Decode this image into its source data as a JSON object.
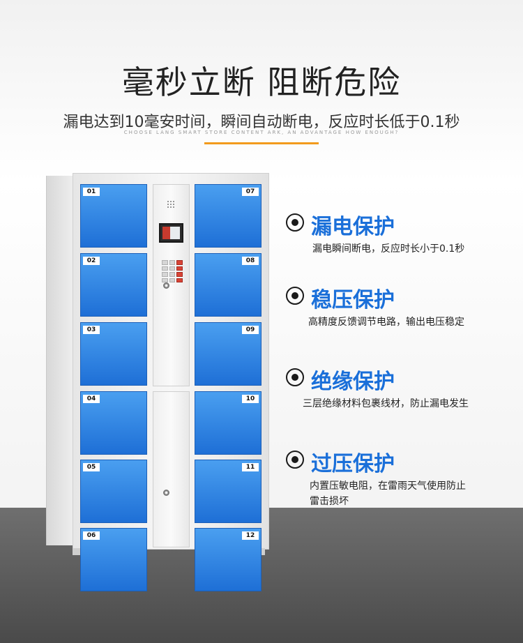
{
  "header": {
    "title": "毫秒立断 阻断危险",
    "subtitle": "漏电达到10毫安时间，瞬间自动断电，反应时长低于0.1秒",
    "tagline": "CHOOSE LANG SMART STORE CONTENT ARK, AN ADVANTAGE HOW ENOUGH?"
  },
  "locker": {
    "left_doors": [
      "01",
      "02",
      "03",
      "04",
      "05",
      "06"
    ],
    "right_doors": [
      "07",
      "08",
      "09",
      "10",
      "11",
      "12"
    ],
    "door_color": "#2f84e6"
  },
  "features": [
    {
      "icon": "radio-dot-icon",
      "title": "漏电保护",
      "desc": [
        "漏电瞬间断电，反应时长小于0.1秒"
      ]
    },
    {
      "icon": "radio-dot-icon",
      "title": "稳压保护",
      "desc": [
        "高精度反馈调节电路，输出电压稳定"
      ]
    },
    {
      "icon": "radio-dot-icon",
      "title": "绝缘保护",
      "desc": [
        "三层绝缘材料包裹线材，防止漏电发生"
      ]
    },
    {
      "icon": "radio-dot-icon",
      "title": "过压保护",
      "desc": [
        "内置压敏电阻，在雷雨天气使用防止",
        "雷击损坏"
      ]
    }
  ],
  "colors": {
    "accent_line": "#f29a1c",
    "feature_title": "#1a6fd9"
  }
}
